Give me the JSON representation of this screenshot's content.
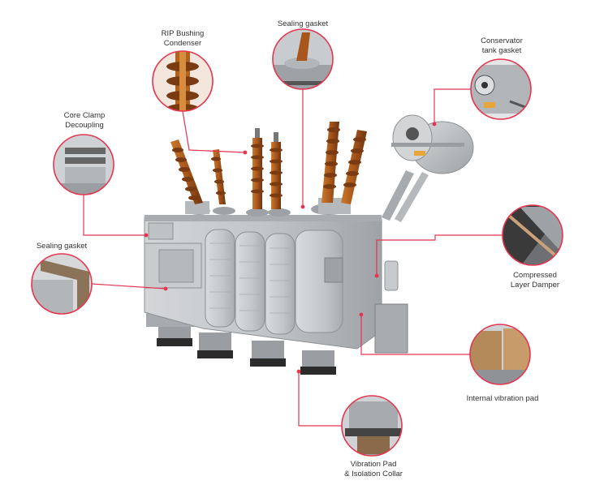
{
  "labels": {
    "rip_bushing": "RIP Bushing\nCondenser",
    "sealing_gasket_top": "Sealing gasket",
    "conservator": "Conservator\ntank gasket",
    "core_clamp": "Core Clamp\nDecoupling",
    "sealing_gasket_left": "Sealing gasket",
    "compressed_damper": "Compressed\nLayer Damper",
    "internal_pad": "Internal vibration pad",
    "vibration_pad": "Vibration Pad\n& Isolation Collar"
  },
  "colors": {
    "callout_red": "#e5354f",
    "tank_grey": "#b9bcbf",
    "bushing_brown": "#a8561b"
  }
}
